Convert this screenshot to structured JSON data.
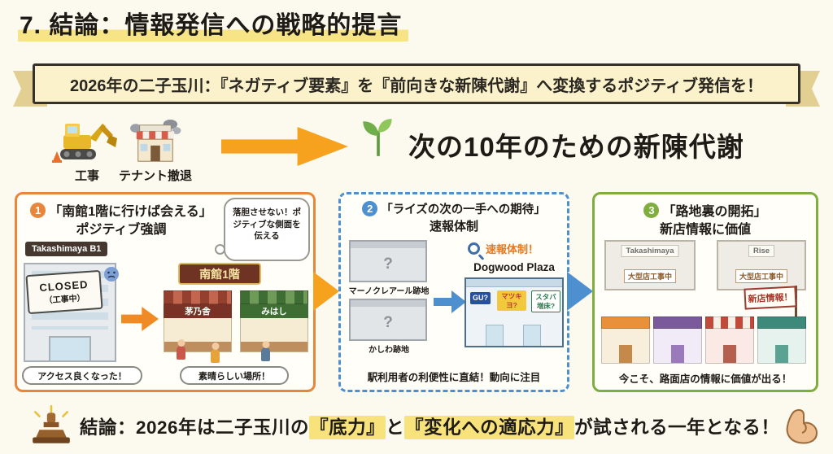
{
  "title": "7. 結論：情報発信への戦略的提言",
  "banner": "2026年の二子玉川：『ネガティブ要素』を『前向きな新陳代謝』へ変換するポジティブ発信を！",
  "transition": {
    "construction_label": "工事",
    "tenant_label": "テナント撤退",
    "headline": "次の10年のための新陳代謝"
  },
  "panels": [
    {
      "number": "1",
      "title_line1": "「南館1階に行けば会える」",
      "title_line2": "ポジティブ強調",
      "thought_bubble": "落胆させない！ポジティブな側面を伝える",
      "store_label": "Takashimaya B1",
      "closed_sign_line1": "CLOSED",
      "closed_sign_line2": "（工事中）",
      "destination_sign": "南館1階",
      "shop1": "茅乃舎",
      "shop2": "みはし",
      "bubble1": "アクセス良くなった！",
      "bubble2": "素晴らしい場所！",
      "accent_color": "#E8873C"
    },
    {
      "number": "2",
      "title_line1": "「ライズの次の一手への期待」",
      "title_line2": "速報体制",
      "site1_mark": "?",
      "site1_label": "マーノクレアール跡地",
      "site2_mark": "?",
      "site2_label": "かしわ跡地",
      "alert_label": "速報体制！",
      "plaza_name": "Dogwood Plaza",
      "tags": [
        "GU?",
        "マツキヨ?",
        "スタバ増床?"
      ],
      "bottom_text": "駅利用者の利便性に直結！動向に注目",
      "accent_color": "#4E8FD0"
    },
    {
      "number": "3",
      "title_line1": "「路地裏の開拓」",
      "title_line2": "新店情報に価値",
      "building1_label": "Takashimaya",
      "building1_tag": "大型店工事中",
      "building2_label": "Rise",
      "building2_tag": "大型店工事中",
      "flag_label": "新店情報！",
      "bottom_text": "今こそ、路面店の情報に価値が出る！",
      "accent_color": "#7FAE3E"
    }
  ],
  "conclusion": {
    "prefix": "結論：2026年は二子玉川の",
    "highlight1": "『底力』",
    "middle": "と",
    "highlight2": "『変化への適応力』",
    "suffix": "が試される一年となる！"
  },
  "icons": {
    "excavator-icon": "svg-shape",
    "closing-store-icon": "svg-shape-with-smoke",
    "arrow-right-icon": "css-arrow",
    "sprout-icon": "svg-shape",
    "sad-face-icon": "svg-face",
    "magnifier-icon": "css-circle-handle",
    "stamp-icon": "svg-shape",
    "muscle-icon": "svg-shape"
  },
  "colors": {
    "background": "#FCF9EF",
    "highlight_yellow": "#F7E486",
    "arrow_orange": "#F6A21E",
    "ribbon_fill": "#FBF2CC"
  }
}
